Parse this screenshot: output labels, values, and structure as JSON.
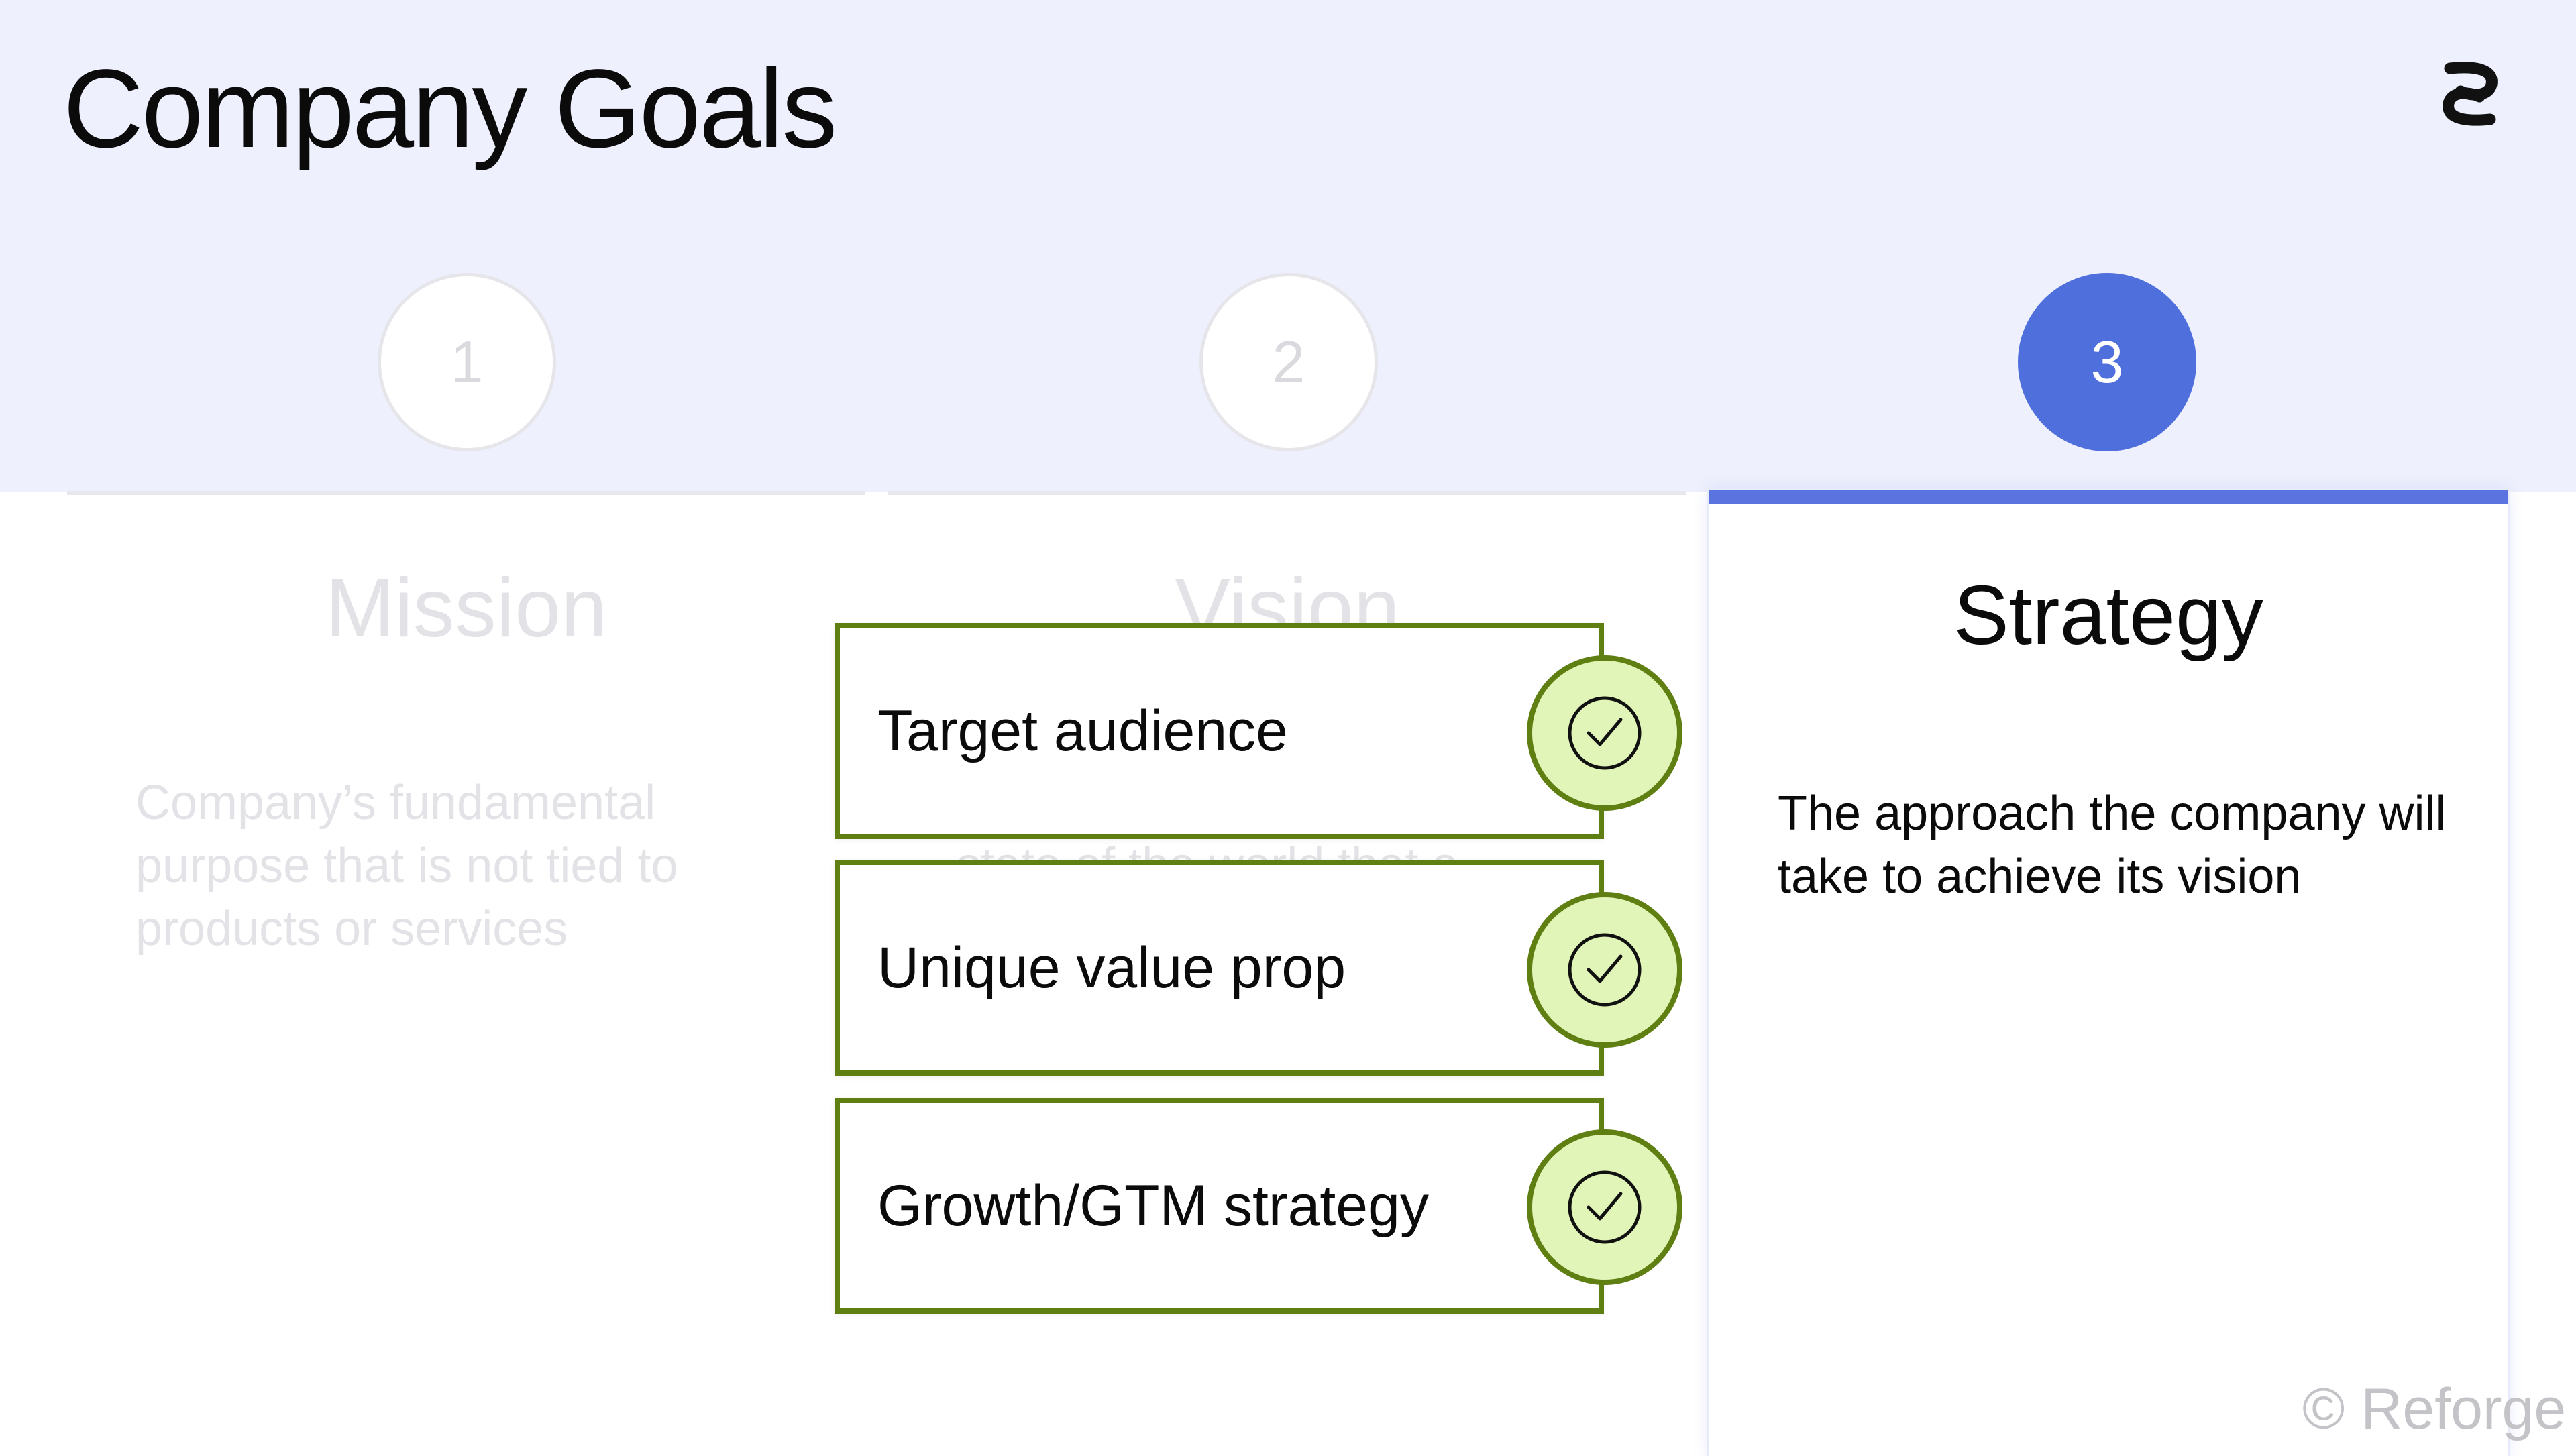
{
  "header": {
    "title": "Company Goals",
    "logo_icon": "reforge-logo-icon"
  },
  "steps": [
    {
      "number": "1",
      "state": "inactive"
    },
    {
      "number": "2",
      "state": "inactive"
    },
    {
      "number": "3",
      "state": "active"
    }
  ],
  "columns": {
    "mission": {
      "title": "Mission",
      "description": "Company’s fundamental purpose that is not tied to products or services"
    },
    "vision": {
      "title": "Vision",
      "description_fragment": "state of the world that a"
    },
    "strategy": {
      "title": "Strategy",
      "description": "The approach the company will take to achieve its vision"
    }
  },
  "criteria": [
    {
      "label": "Target audience",
      "icon": "check-circle-icon"
    },
    {
      "label": "Unique value prop",
      "icon": "check-circle-icon"
    },
    {
      "label": "Growth/GTM strategy",
      "icon": "check-circle-icon"
    }
  ],
  "footer": {
    "copyright": "© Reforge"
  },
  "colors": {
    "accent_blue": "#4f6fdc",
    "check_green": "#5f7f12",
    "check_fill": "#e1f5b8",
    "header_bg": "#eef0fd"
  }
}
